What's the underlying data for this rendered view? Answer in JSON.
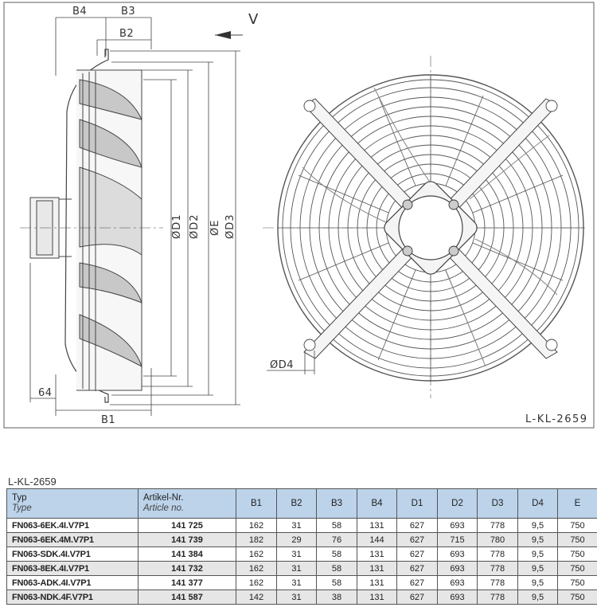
{
  "drawing": {
    "dims": {
      "b4": "B4",
      "b3": "B3",
      "b2": "B2",
      "b1": "B1",
      "d1": "ØD1",
      "d2": "ØD2",
      "e": "ØE",
      "d3": "ØD3",
      "d4": "ØD4",
      "offset": "64",
      "v": "V"
    },
    "code": "L-KL-2659"
  },
  "table": {
    "title": "L-KL-2659",
    "headers": {
      "typ": "Typ",
      "typ_en": "Type",
      "art": "Artikel-Nr.",
      "art_en": "Article no.",
      "b1": "B1",
      "b2": "B2",
      "b3": "B3",
      "b4": "B4",
      "d1": "D1",
      "d2": "D2",
      "d3": "D3",
      "d4": "D4",
      "e": "E"
    },
    "rows": [
      {
        "typ": "FN063-6EK.4I.V7P1",
        "art": "141 725",
        "b1": "162",
        "b2": "31",
        "b3": "58",
        "b4": "131",
        "d1": "627",
        "d2": "693",
        "d3": "778",
        "d4": "9,5",
        "e": "750"
      },
      {
        "typ": "FN063-6EK.4M.V7P1",
        "art": "141 739",
        "b1": "182",
        "b2": "29",
        "b3": "76",
        "b4": "144",
        "d1": "627",
        "d2": "715",
        "d3": "780",
        "d4": "9,5",
        "e": "750"
      },
      {
        "typ": "FN063-SDK.4I.V7P1",
        "art": "141 384",
        "b1": "162",
        "b2": "31",
        "b3": "58",
        "b4": "131",
        "d1": "627",
        "d2": "693",
        "d3": "778",
        "d4": "9,5",
        "e": "750"
      },
      {
        "typ": "FN063-8EK.4I.V7P1",
        "art": "141 732",
        "b1": "162",
        "b2": "31",
        "b3": "58",
        "b4": "131",
        "d1": "627",
        "d2": "693",
        "d3": "778",
        "d4": "9,5",
        "e": "750"
      },
      {
        "typ": "FN063-ADK.4I.V7P1",
        "art": "141 377",
        "b1": "162",
        "b2": "31",
        "b3": "58",
        "b4": "131",
        "d1": "627",
        "d2": "693",
        "d3": "778",
        "d4": "9,5",
        "e": "750"
      },
      {
        "typ": "FN063-NDK.4F.V7P1",
        "art": "141 587",
        "b1": "142",
        "b2": "31",
        "b3": "38",
        "b4": "131",
        "d1": "627",
        "d2": "693",
        "d3": "778",
        "d4": "9,5",
        "e": "750"
      }
    ]
  }
}
